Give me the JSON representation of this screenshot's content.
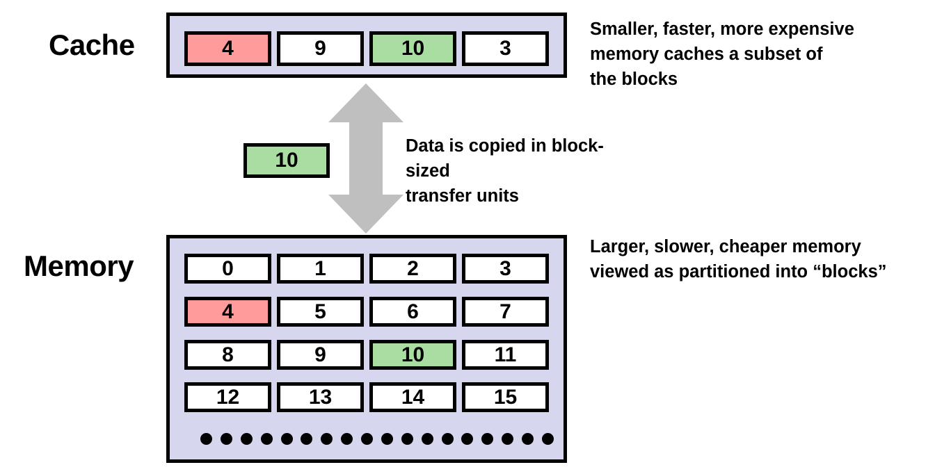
{
  "labels": {
    "cache": "Cache",
    "memory": "Memory"
  },
  "cache": {
    "blocks": [
      {
        "value": "4",
        "fill": "red"
      },
      {
        "value": "9",
        "fill": "white"
      },
      {
        "value": "10",
        "fill": "green"
      },
      {
        "value": "3",
        "fill": "white"
      }
    ],
    "note": "Smaller, faster, more expensive\nmemory caches a subset of\nthe blocks"
  },
  "transfer": {
    "block": {
      "value": "10",
      "fill": "green"
    },
    "note": "Data is copied in block-sized\ntransfer units",
    "arrow": "double-headed-vertical-arrow"
  },
  "memory": {
    "rows": [
      [
        {
          "value": "0",
          "fill": "white"
        },
        {
          "value": "1",
          "fill": "white"
        },
        {
          "value": "2",
          "fill": "white"
        },
        {
          "value": "3",
          "fill": "white"
        }
      ],
      [
        {
          "value": "4",
          "fill": "red"
        },
        {
          "value": "5",
          "fill": "white"
        },
        {
          "value": "6",
          "fill": "white"
        },
        {
          "value": "7",
          "fill": "white"
        }
      ],
      [
        {
          "value": "8",
          "fill": "white"
        },
        {
          "value": "9",
          "fill": "white"
        },
        {
          "value": "10",
          "fill": "green"
        },
        {
          "value": "11",
          "fill": "white"
        }
      ],
      [
        {
          "value": "12",
          "fill": "white"
        },
        {
          "value": "13",
          "fill": "white"
        },
        {
          "value": "14",
          "fill": "white"
        },
        {
          "value": "15",
          "fill": "white"
        }
      ]
    ],
    "ellipsis_dot_count": 18,
    "note": "Larger, slower, cheaper memory\nviewed as partitioned into “blocks”"
  },
  "colors": {
    "panel_background": "#d6d7ef",
    "block_border": "#000000",
    "block_white": "#ffffff",
    "block_red": "#fe9c9c",
    "block_green": "#a9dda2",
    "arrow_gray": "#bfbfbf",
    "text": "#000000",
    "page_background": "#ffffff"
  }
}
